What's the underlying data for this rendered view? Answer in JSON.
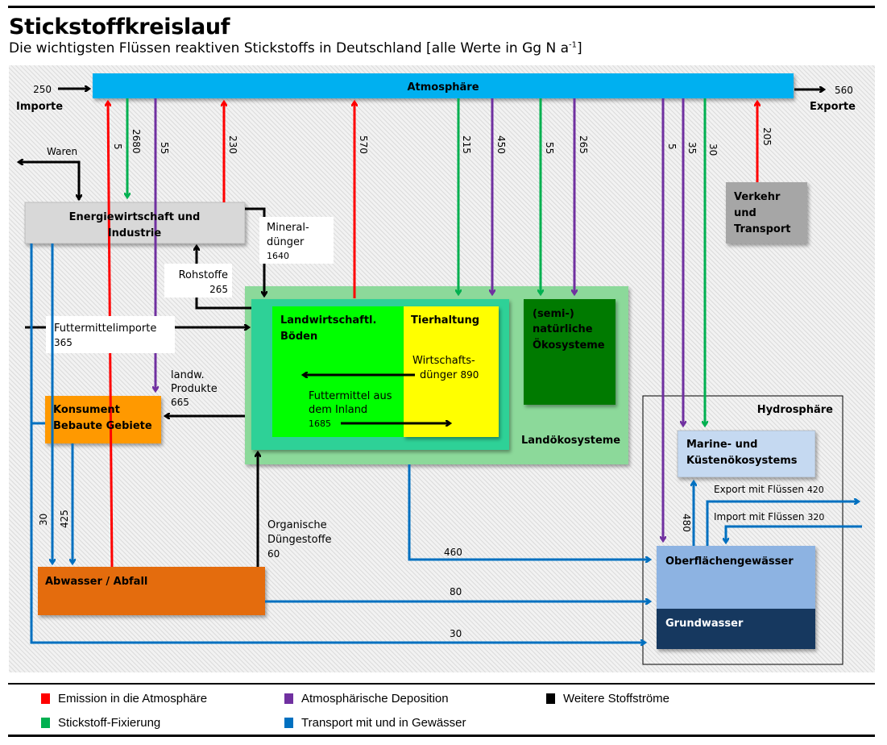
{
  "header": {
    "title": "Stickstoffkreislauf",
    "subtitle_main": "Die wichtigsten Flüssen reaktiven Stickstoffs in Deutschland [alle Werte in Gg N a",
    "subtitle_sup": "-1",
    "subtitle_end": "]"
  },
  "colors": {
    "emission": "#ff0000",
    "fixation": "#00b050",
    "deposition": "#7030a0",
    "other": "#000000",
    "water": "#0070c0",
    "atmosphere": "#00b0f0"
  },
  "nodes": {
    "atmosphere": "Atmosphäre",
    "energy_line1": "Energiewirtschaft und",
    "energy_line2": "Industrie",
    "traffic_line1": "Verkehr",
    "traffic_line2": "und",
    "traffic_line3": "Transport",
    "soils_line1": "Landwirtschaftl.",
    "soils_line2": "Böden",
    "livestock": "Tierhaltung",
    "natural_line1": "(semi-)",
    "natural_line2": "natürliche",
    "natural_line3": "Ökosysteme",
    "land_ecosystems": "Landökosysteme",
    "consumer_line1": "Konsument",
    "consumer_line2": "Bebaute Gebiete",
    "waste": "Abwasser / Abfall",
    "hydrosphere": "Hydrosphäre",
    "marine_line1": "Marine- und",
    "marine_line2": "Küstenökosystems",
    "surface_water": "Oberflächengewässer",
    "groundwater": "Grundwasser"
  },
  "flows": {
    "imports_value": "250",
    "imports_label": "Importe",
    "exports_value": "560",
    "exports_label": "Exporte",
    "waren": "Waren",
    "energy_emission": "5",
    "energy_fixation": "2680",
    "deposition_consumer": "55",
    "emission_230": "230",
    "emission_soils": "570",
    "fixation_livestock": "215",
    "deposition_livestock": "450",
    "fixation_natural": "55",
    "deposition_natural": "265",
    "deposition_surface": "5",
    "deposition_marine": "35",
    "fixation_marine": "30",
    "traffic_emission": "205",
    "mineral_line1": "Mineral-",
    "mineral_line2": "dünger",
    "mineral_value": "1640",
    "raw_label": "Rohstoffe",
    "raw_value": "265",
    "feed_import_label": "Futtermittelimporte",
    "feed_import_value": "365",
    "agri_line1": "landw.",
    "agri_line2": "Produkte",
    "agri_value": "665",
    "manure_line1": "Wirtschafts-",
    "manure_line2": "dünger",
    "manure_value": "890",
    "feed_domestic_line1": "Futtermittel aus",
    "feed_domestic_line2": "dem Inland",
    "feed_domestic_value": "1685",
    "organic_line1": "Organische",
    "organic_line2": "Düngestoffe",
    "organic_value": "60",
    "water_30_left": "30",
    "water_425": "425",
    "land_to_surface": "460",
    "waste_to_surface": "80",
    "industry_to_ground": "30",
    "surface_to_marine": "480",
    "export_rivers_label": "Export mit Flüssen",
    "export_rivers_value": "420",
    "import_rivers_label": "Import mit Flüssen",
    "import_rivers_value": "320"
  },
  "legend": [
    {
      "label": "Emission in die Atmosphäre",
      "color": "#ff0000"
    },
    {
      "label": "Atmosphärische Deposition",
      "color": "#7030a0"
    },
    {
      "label": "Weitere Stoffströme",
      "color": "#000000"
    },
    {
      "label": "Stickstoff-Fixierung",
      "color": "#00b050"
    },
    {
      "label": "Transport mit und in Gewässer",
      "color": "#0070c0"
    }
  ]
}
